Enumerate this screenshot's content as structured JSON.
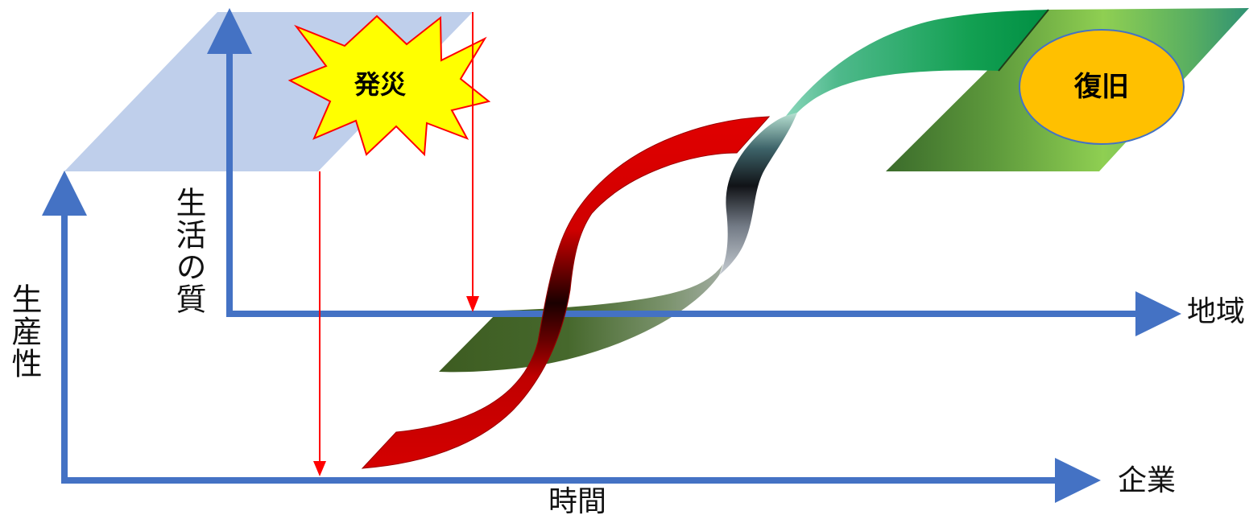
{
  "diagram": {
    "enterprise_axes": {
      "vertical_label": "生産性",
      "horizontal_label": "企業"
    },
    "region_axes": {
      "vertical_label": "生活の質",
      "horizontal_label": "地域"
    },
    "time_label": "時間",
    "disaster": {
      "label": "発災"
    },
    "recovery": {
      "label": "復旧"
    },
    "colors": {
      "axis": "#4472c4",
      "plane": "#b4c7e7",
      "marker": "#ff0000",
      "burst": "#ffff00",
      "recovery": "#ffc000",
      "enterprise_ribbon": "#d00000",
      "region_ribbon": "#00a04a"
    }
  }
}
